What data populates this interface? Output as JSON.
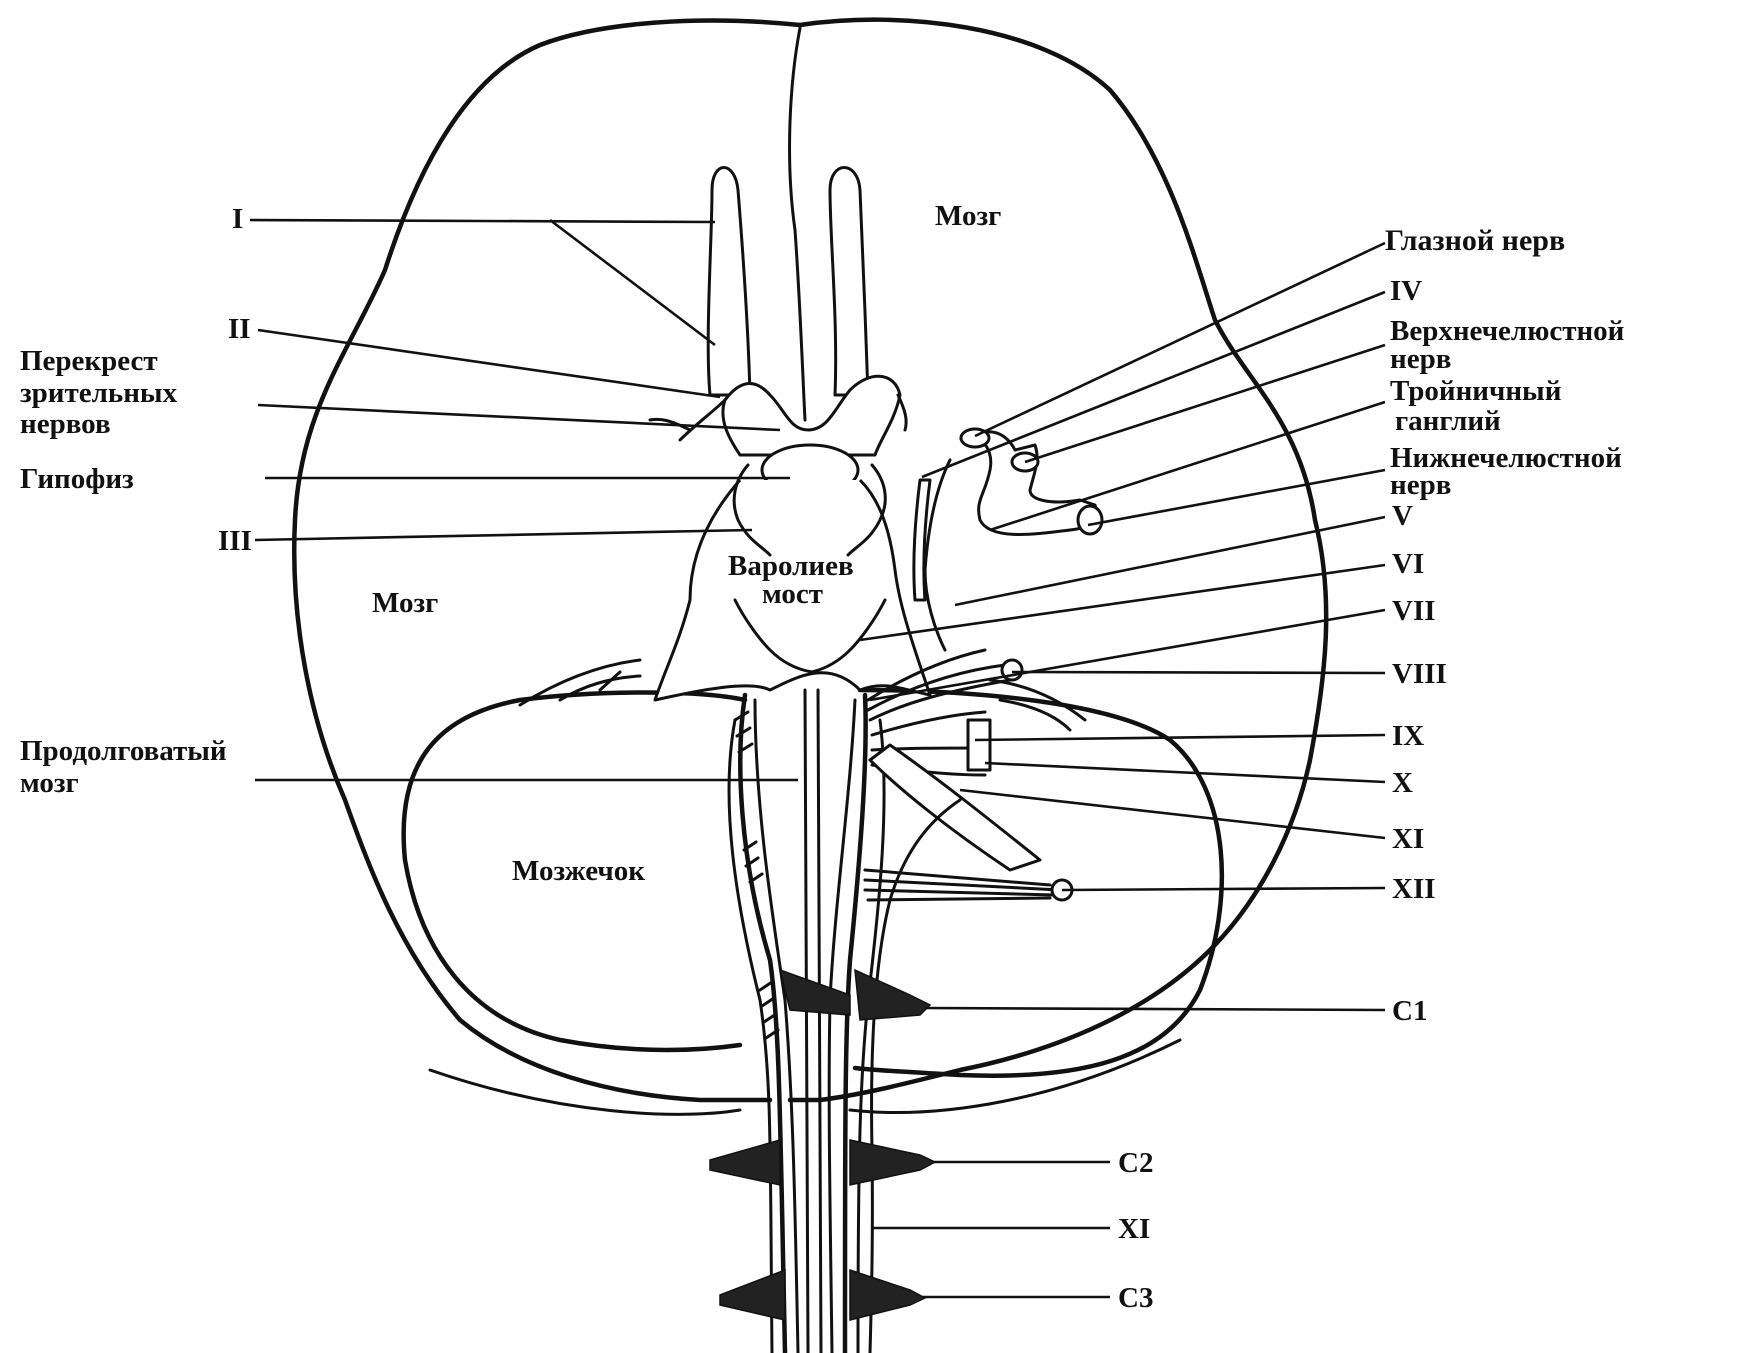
{
  "labels": {
    "nerve_I": "I",
    "nerve_II": "II",
    "optic_chiasm_1": "Перекрест",
    "optic_chiasm_2": "зрительных",
    "optic_chiasm_3": "нервов",
    "pituitary": "Гипофиз",
    "nerve_III": "III",
    "brain_left": "Мозг",
    "brain_right": "Мозг",
    "medulla_1": "Продолговатый",
    "medulla_2": "мозг",
    "cerebellum": "Мозжечок",
    "pons_1": "Варолиев",
    "pons_2": "мост",
    "ophthalmic_nerve": "Глазной нерв",
    "nerve_IV": "IV",
    "maxillary_1": "Верхнечелюстной",
    "maxillary_2": "нерв",
    "trigeminal_1": "Тройничный",
    "trigeminal_2": "ганглий",
    "mandibular_1": "Нижнечелюстной",
    "mandibular_2": "нерв",
    "nerve_V": "V",
    "nerve_VI": "VI",
    "nerve_VII": "VII",
    "nerve_VIII": "VIII",
    "nerve_IX": "IX",
    "nerve_X": "X",
    "nerve_XI": "XI",
    "nerve_XII": "XII",
    "spinal_C1": "C1",
    "spinal_C2": "C2",
    "spinal_XI": "XI",
    "spinal_C3": "C3"
  },
  "colors": {
    "ink": "#111111",
    "paper": "#ffffff"
  }
}
